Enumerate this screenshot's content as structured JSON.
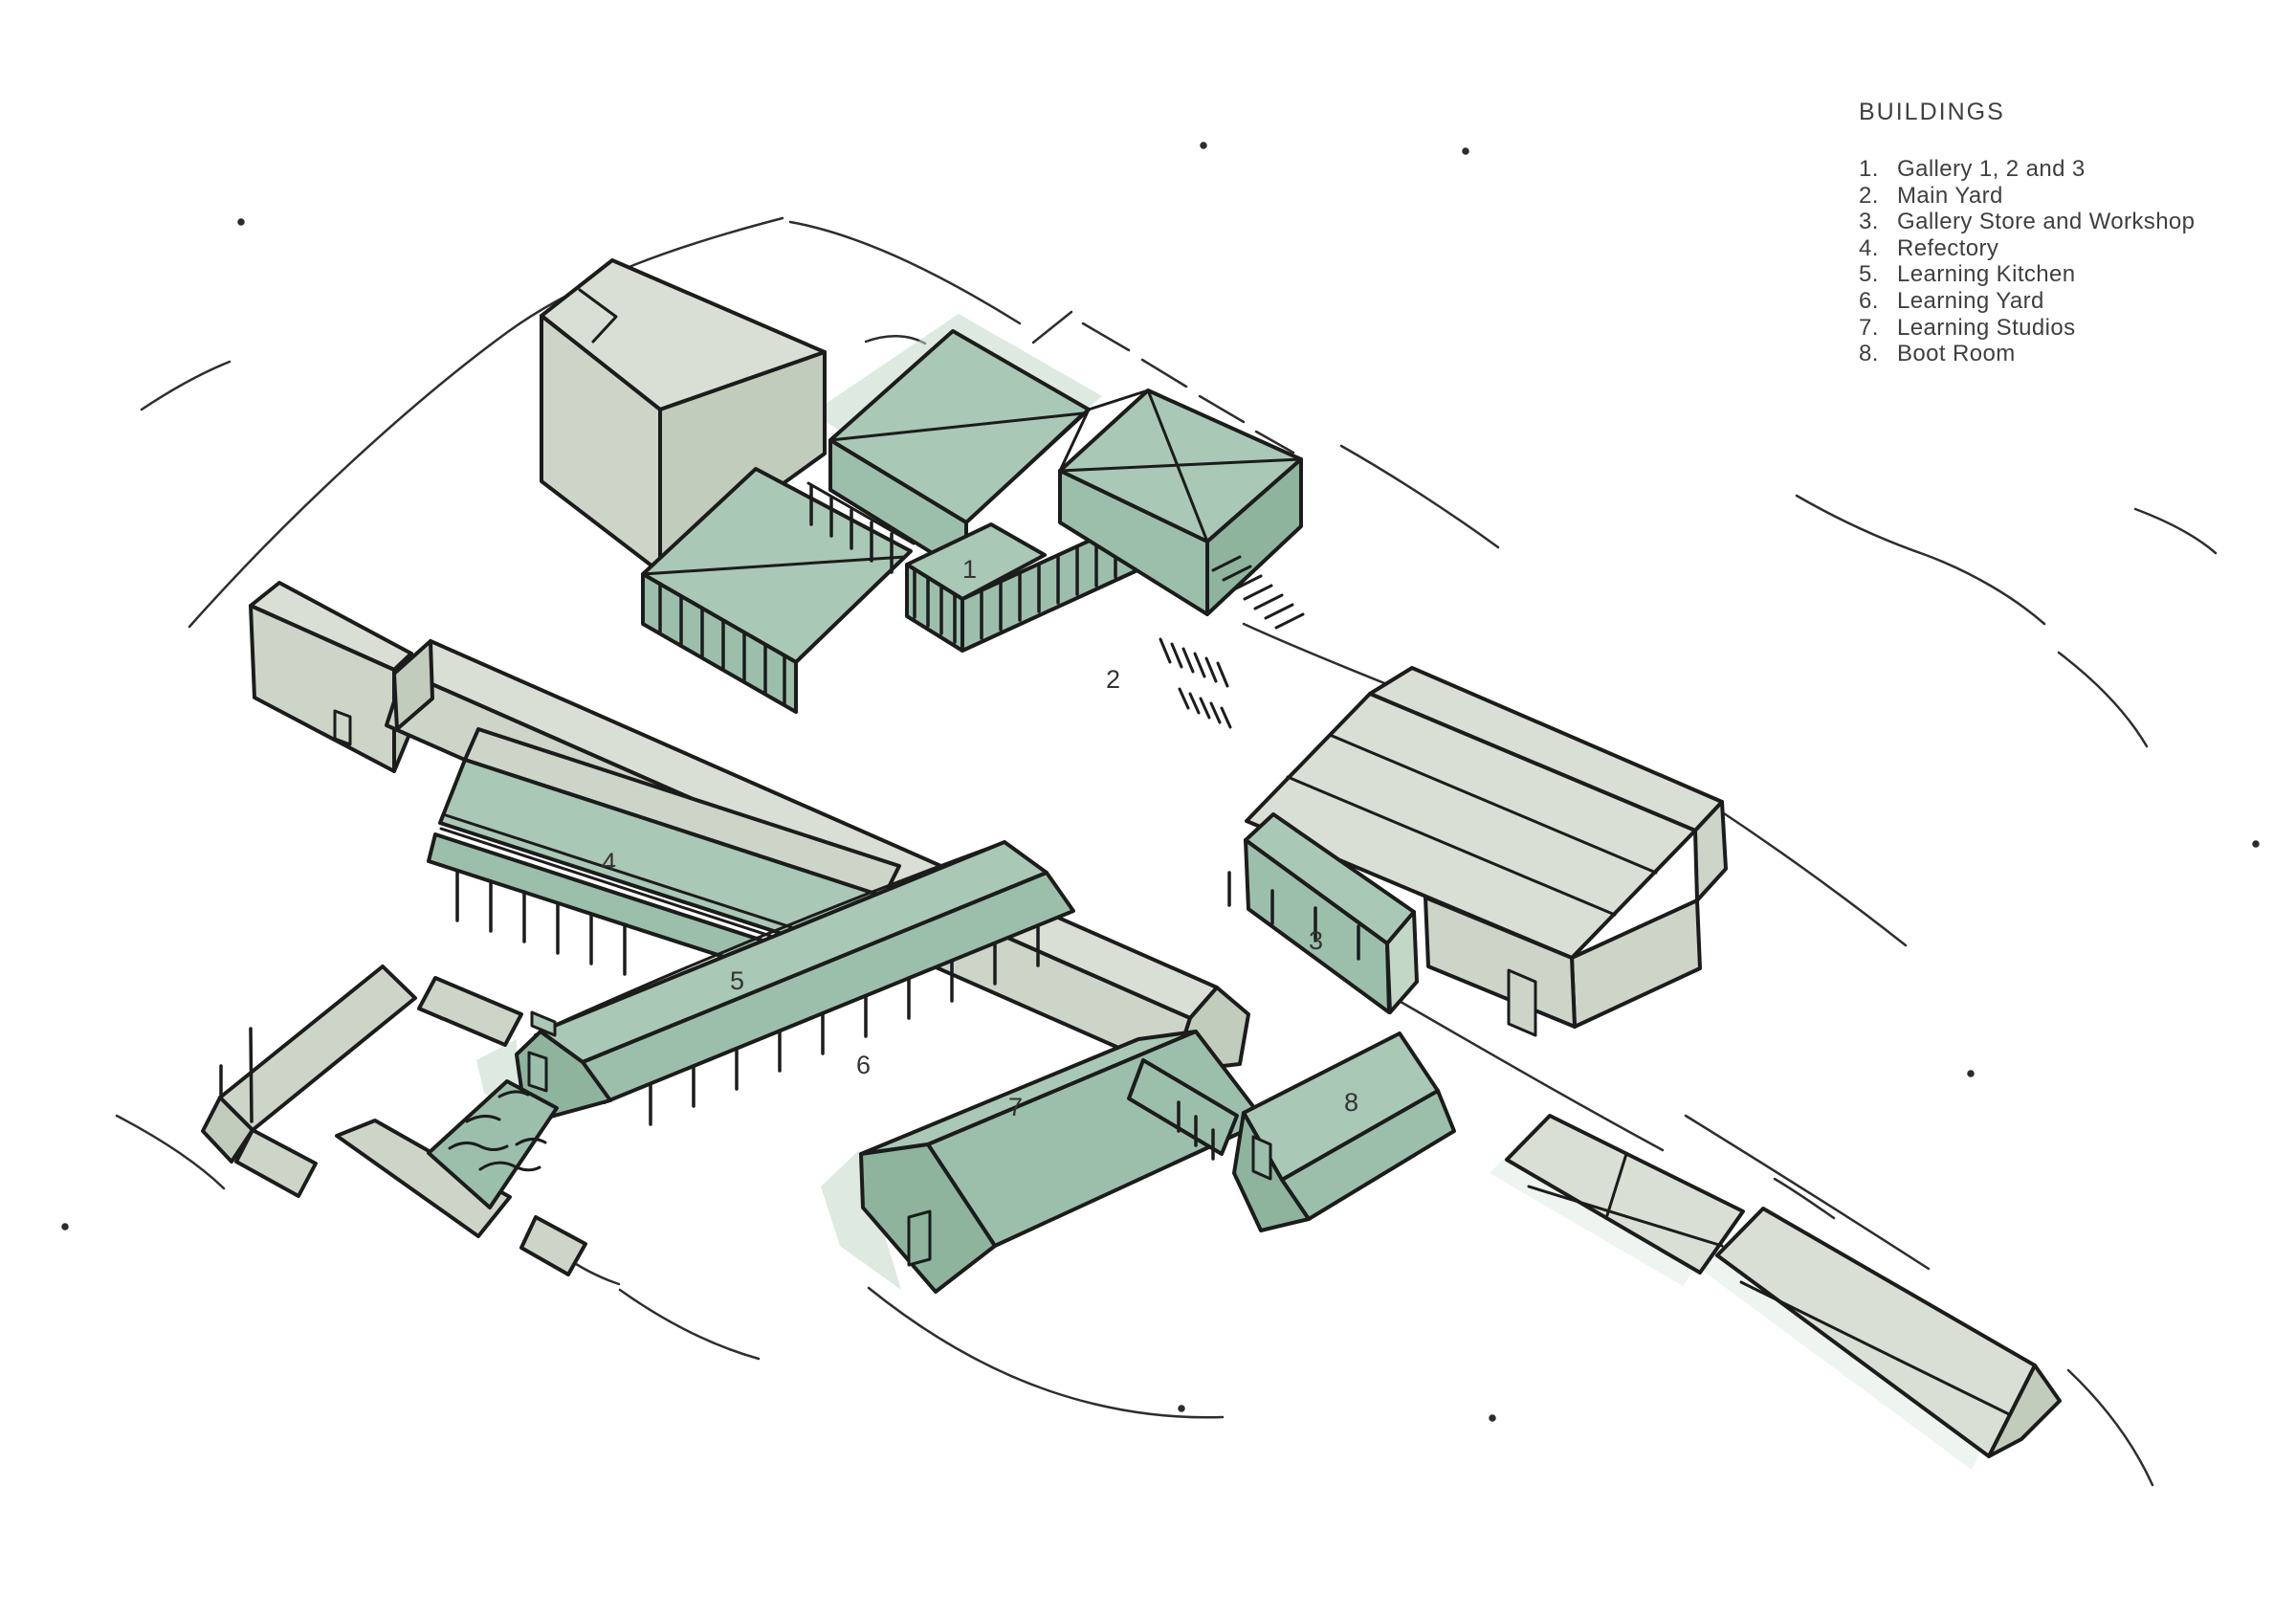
{
  "legend": {
    "title": "BUILDINGS",
    "items": [
      {
        "num": "1.",
        "label": "Gallery 1, 2 and 3"
      },
      {
        "num": "2.",
        "label": "Main Yard"
      },
      {
        "num": "3.",
        "label": "Gallery Store and Workshop"
      },
      {
        "num": "4.",
        "label": "Refectory"
      },
      {
        "num": "5.",
        "label": "Learning Kitchen"
      },
      {
        "num": "6.",
        "label": "Learning Yard"
      },
      {
        "num": "7.",
        "label": "Learning Studios"
      },
      {
        "num": "8.",
        "label": "Boot Room"
      }
    ]
  },
  "plan": {
    "markers": [
      {
        "n": "1"
      },
      {
        "n": "2"
      },
      {
        "n": "3"
      },
      {
        "n": "4"
      },
      {
        "n": "5"
      },
      {
        "n": "6"
      },
      {
        "n": "7"
      },
      {
        "n": "8"
      }
    ]
  },
  "palette": {
    "ink": "#1c1c1c",
    "green_roof": "#a9c8b5",
    "green_wall": "#9cbfab",
    "green_dark": "#8eb49e",
    "green_pale": "#c3d7c6",
    "light_roof": "#d9dfd4",
    "light_wall": "#cdd5c8",
    "light_dark": "#c2ccbd",
    "paper": "#ffffff"
  }
}
